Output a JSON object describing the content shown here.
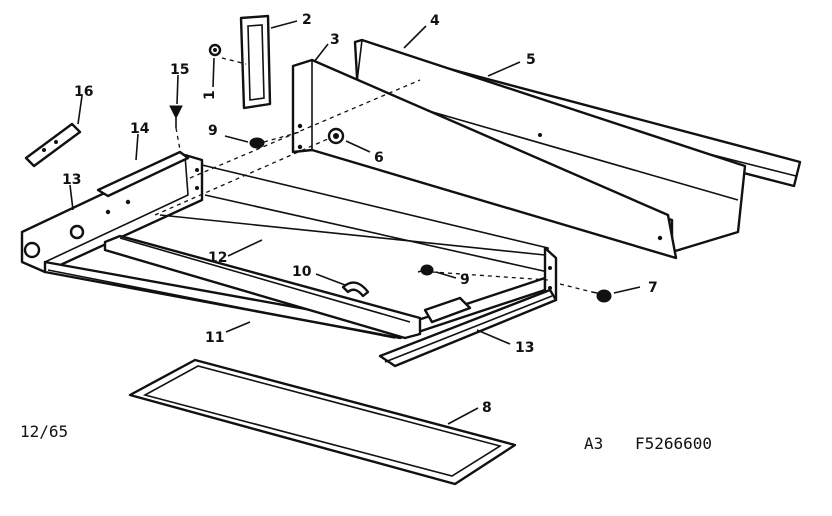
{
  "callouts": {
    "p1": "1",
    "p2": "2",
    "p3": "3",
    "p4": "4",
    "p5": "5",
    "p6": "6",
    "p7": "7",
    "p8": "8",
    "p9a": "9",
    "p9b": "9",
    "p10": "10",
    "p11": "11",
    "p12": "12",
    "p13a": "13",
    "p13b": "13",
    "p14": "14",
    "p15": "15",
    "p16": "16"
  },
  "footer": {
    "date": "12/65",
    "sheet": "A3",
    "drawing_number": "F5266600"
  }
}
